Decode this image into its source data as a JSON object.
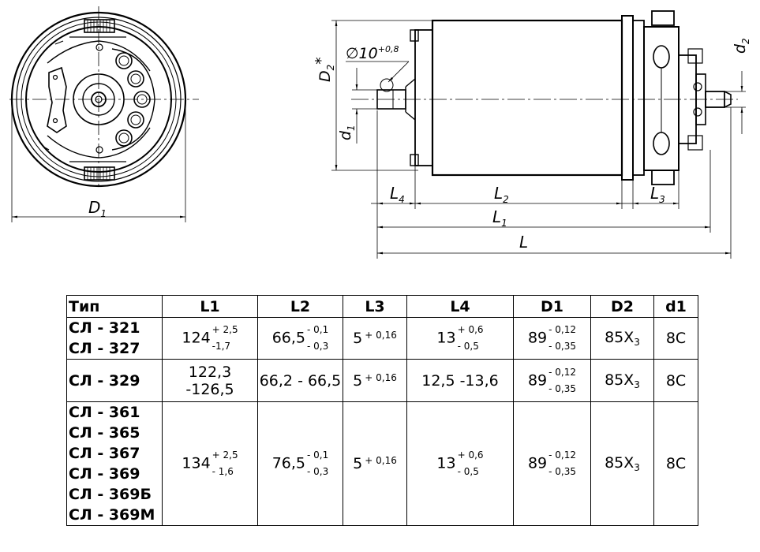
{
  "drawing": {
    "front_view": {
      "label_main": "D",
      "label_sub": "1"
    },
    "side_view": {
      "hole_label": "∅10",
      "hole_tol": "+0,8",
      "d2_star": {
        "main": "D",
        "sub": "2",
        "star": "*"
      },
      "d1": {
        "main": "d",
        "sub": "1"
      },
      "d2": {
        "main": "d",
        "sub": "2"
      },
      "L4": {
        "main": "L",
        "sub": "4"
      },
      "L2": {
        "main": "L",
        "sub": "2"
      },
      "L3": {
        "main": "L",
        "sub": "3"
      },
      "L1": {
        "main": "L",
        "sub": "1"
      },
      "L": "L"
    }
  },
  "table": {
    "headers": [
      "Тип",
      "L1",
      "L2",
      "L3",
      "L4",
      "D1",
      "D2",
      "d1"
    ],
    "group1": {
      "types": [
        "СЛ - 321",
        "СЛ - 327"
      ],
      "L1": {
        "nom": "124",
        "up": "+ 2,5",
        "low": "-1,7"
      },
      "L2": {
        "nom": "66,5",
        "up": "- 0,1",
        "low": "- 0,3"
      },
      "L3": {
        "nom": "5",
        "tol": "+ 0,16"
      },
      "L4": {
        "nom": "13",
        "up": "+ 0,6",
        "low": "- 0,5"
      },
      "D1": {
        "nom": "89",
        "up": "- 0,12",
        "low": "- 0,35"
      },
      "D2": {
        "nom": "85X",
        "sub": "3"
      },
      "d1": "8C"
    },
    "group2": {
      "types": [
        "СЛ - 329"
      ],
      "L1": "122,3 -126,5",
      "L2": "66,2 - 66,5",
      "L3": {
        "nom": "5",
        "tol": "+ 0,16"
      },
      "L4": "12,5 -13,6",
      "D1": {
        "nom": "89",
        "up": "- 0,12",
        "low": "- 0,35"
      },
      "D2": {
        "nom": "85X",
        "sub": "3"
      },
      "d1": "8C"
    },
    "group3": {
      "types": [
        "СЛ - 361",
        "СЛ - 365",
        "СЛ - 367",
        "СЛ - 369",
        "СЛ - 369Б",
        "СЛ - 369М"
      ],
      "L1": {
        "nom": "134",
        "up": "+ 2,5",
        "low": "- 1,6"
      },
      "L2": {
        "nom": "76,5",
        "up": "- 0,1",
        "low": "- 0,3"
      },
      "L3": {
        "nom": "5",
        "tol": "+ 0,16"
      },
      "L4": {
        "nom": "13",
        "up": "+ 0,6",
        "low": "- 0,5"
      },
      "D1": {
        "nom": "89",
        "up": "- 0,12",
        "low": "- 0,35"
      },
      "D2": {
        "nom": "85X",
        "sub": "3"
      },
      "d1": "8C"
    }
  }
}
